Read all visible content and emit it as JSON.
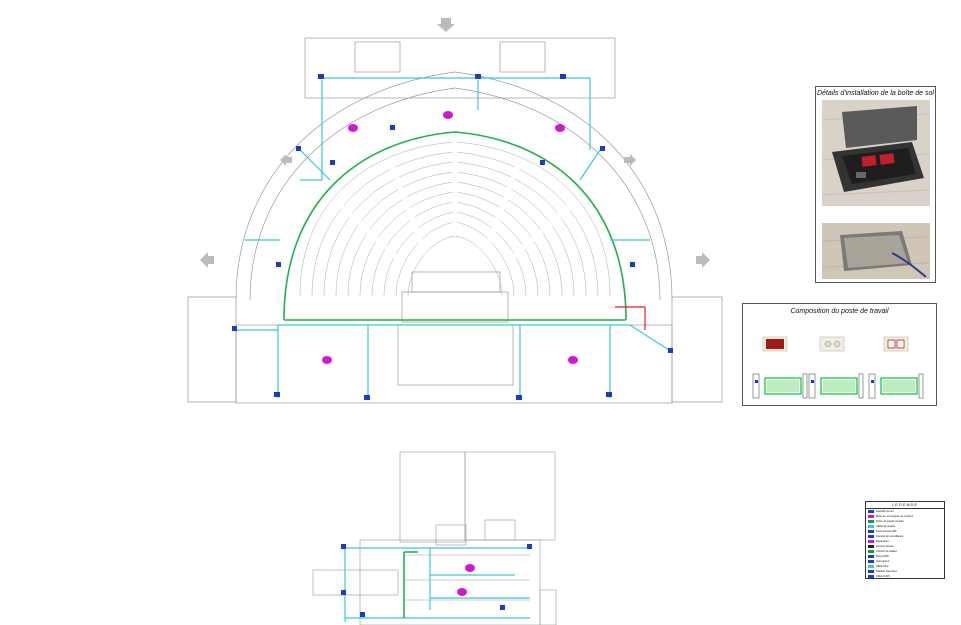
{
  "floor_box_panel": {
    "title": "Détails d'installation de la boîte de sol"
  },
  "workstation_panel": {
    "title": "Composition du poste de travail"
  },
  "legend": {
    "title": "LEGENDE",
    "items": [
      {
        "label": "Goulotte de sol",
        "color": "#1a3cc8"
      },
      {
        "label": "Boîte de sol équipée de 2 prises",
        "color": "#c81ac8"
      },
      {
        "label": "Poste de travail complet",
        "color": "#1a9a3c"
      },
      {
        "label": "Câble de réseau",
        "color": "#3cc8d2"
      },
      {
        "label": "Point d'accès Wifi",
        "color": "#1a3cc8"
      },
      {
        "label": "Caméra de surveillance",
        "color": "#1a3cc8"
      },
      {
        "label": "Répartiteur",
        "color": "#c81ac8"
      },
      {
        "label": "Armoire réseau",
        "color": "#222222"
      },
      {
        "label": "Chemin de câbles",
        "color": "#1a9a3c"
      },
      {
        "label": "Prise RJ45",
        "color": "#1a3cc8"
      },
      {
        "label": "Interrupteur",
        "color": "#1a3cc8"
      },
      {
        "label": "Câble fibre",
        "color": "#3cc8d2"
      },
      {
        "label": "Tableau électrique",
        "color": "#1a3cc8"
      },
      {
        "label": "Câble RJ45",
        "color": "#1a3cc8"
      }
    ]
  },
  "colors": {
    "network_cable": "#3cc8d2",
    "cable_tray": "#22b04b",
    "device": "#1a3cc8",
    "floor_box": "#d01ad0",
    "walls": "#8a8a8a"
  }
}
